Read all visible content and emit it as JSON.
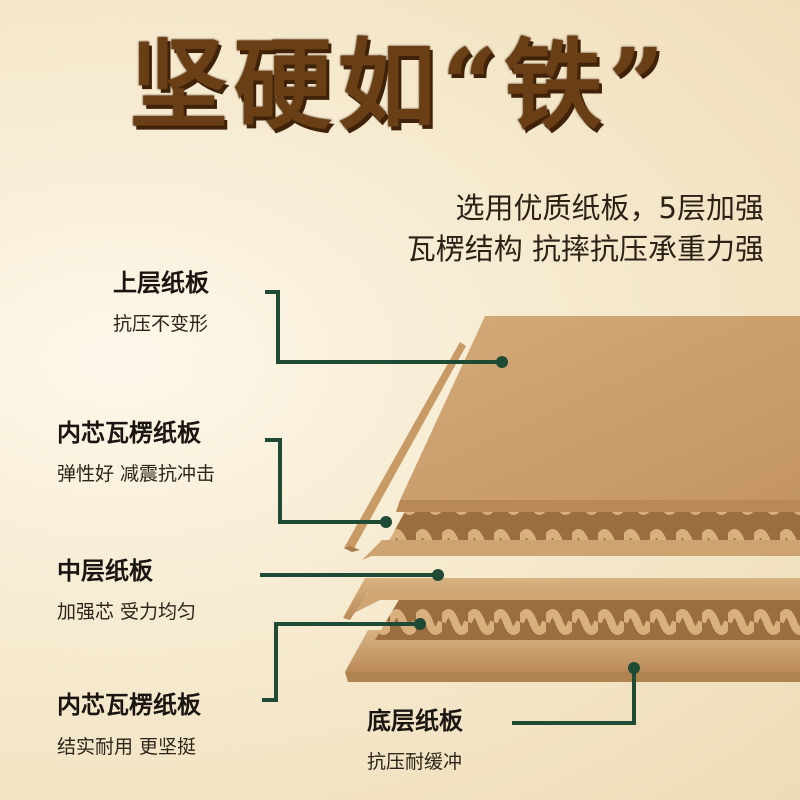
{
  "headline": "坚硬如“铁”",
  "tagline": {
    "line1": "选用优质纸板，5层加强",
    "line2": "瓦楞结构 抗摔抗压承重力强"
  },
  "layers": [
    {
      "title": "上层纸板",
      "desc": "抗压不变形"
    },
    {
      "title": "内芯瓦楞纸板",
      "desc": "弹性好 减震抗冲击"
    },
    {
      "title": "中层纸板",
      "desc": "加强芯 受力均匀"
    },
    {
      "title": "内芯瓦楞纸板",
      "desc": "结实耐用 更坚挺"
    },
    {
      "title": "底层纸板",
      "desc": "抗压耐缓冲"
    }
  ],
  "colors": {
    "headline": "#6b3f16",
    "callout_line": "#1f4a34",
    "cardboard": "#c99e6c",
    "cardboard_dark": "#a97a4a"
  }
}
